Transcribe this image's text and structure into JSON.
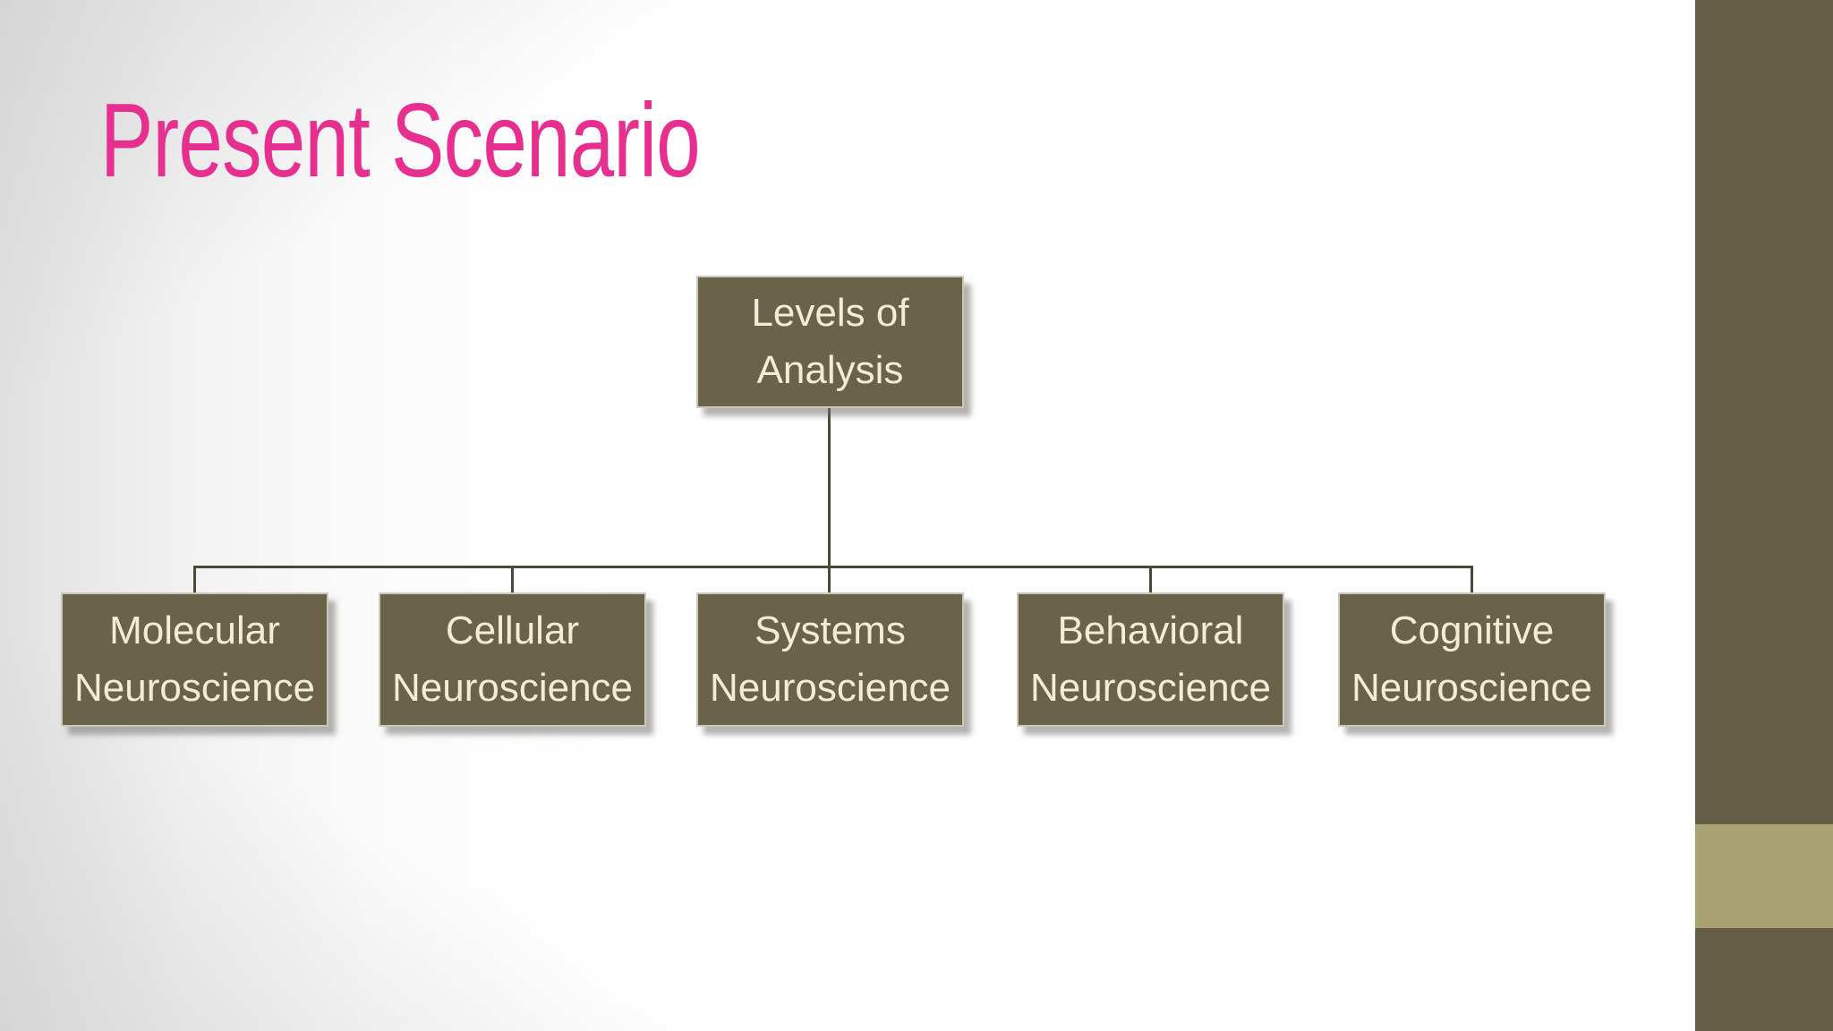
{
  "slide": {
    "title": "Present Scenario"
  },
  "diagram": {
    "root": {
      "label": "Levels of Analysis"
    },
    "children": [
      {
        "label": "Molecular Neuroscience"
      },
      {
        "label": "Cellular Neuroscience"
      },
      {
        "label": "Systems Neuroscience"
      },
      {
        "label": "Behavioral Neuroscience"
      },
      {
        "label": "Cognitive Neuroscience"
      }
    ]
  },
  "colors": {
    "title_pink": "#e62f8e",
    "node_fill": "#6b6349",
    "node_text": "#f2ecd9",
    "node_border": "#cbc7b9",
    "node_shadow": "#767368",
    "connector": "#4a4936",
    "side_band": "#655e46",
    "side_band_accent": "#a8a171",
    "background_edge": "#d9d9d9",
    "background_center": "#ffffff"
  }
}
